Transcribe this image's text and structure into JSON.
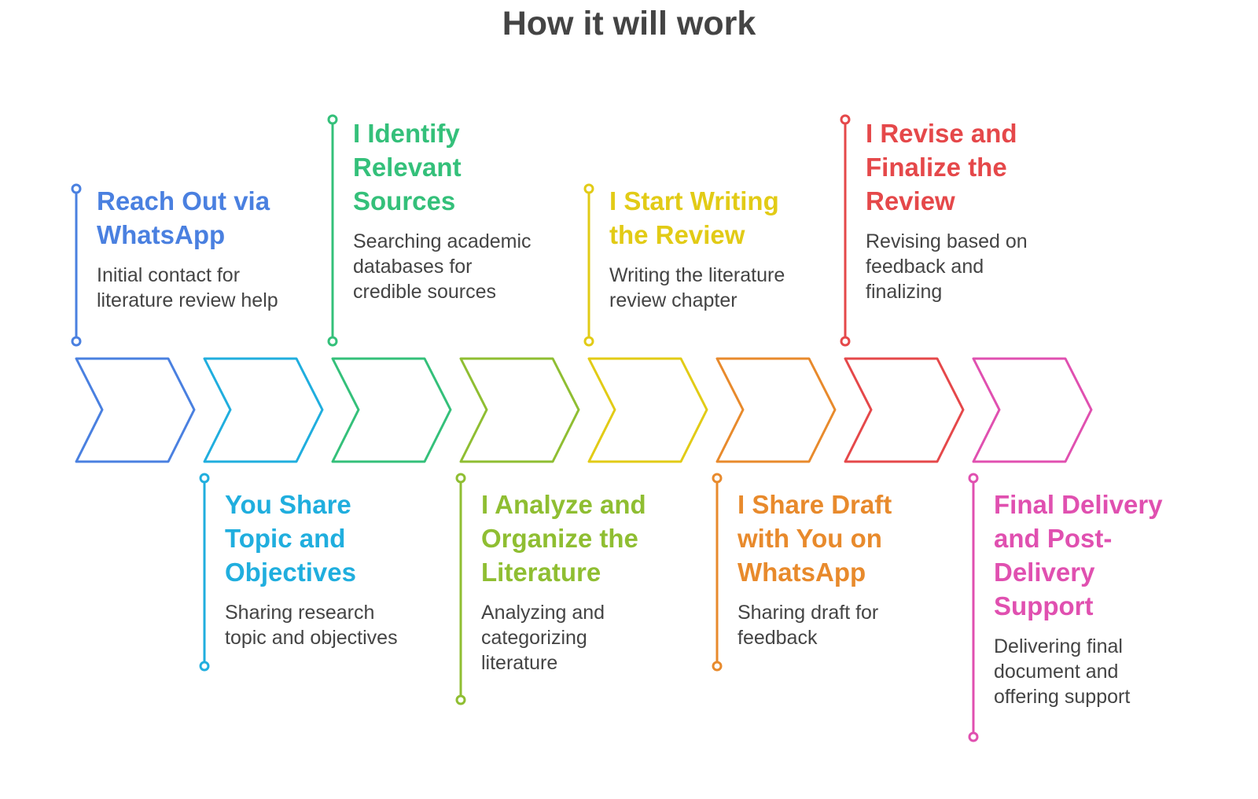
{
  "title": "How it will work",
  "steps": [
    {
      "title": "Reach Out via\nWhatsApp",
      "description": "Initial contact for\nliterature review help",
      "color": "#4a80e0",
      "position": "top"
    },
    {
      "title": "You Share\nTopic and\nObjectives",
      "description": "Sharing research\ntopic and objectives",
      "color": "#20aede",
      "position": "bottom"
    },
    {
      "title": "I Identify\nRelevant\nSources",
      "description": "Searching academic\ndatabases for\ncredible sources",
      "color": "#34c07a",
      "position": "top"
    },
    {
      "title": "I Analyze and\nOrganize the\nLiterature",
      "description": "Analyzing and\ncategorizing\nliterature",
      "color": "#8fbe32",
      "position": "bottom"
    },
    {
      "title": "I Start Writing\nthe Review",
      "description": "Writing the literature\nreview chapter",
      "color": "#e2cb16",
      "position": "top"
    },
    {
      "title": "I Share Draft\nwith You on\nWhatsApp",
      "description": "Sharing draft for\nfeedback",
      "color": "#e88a2c",
      "position": "bottom"
    },
    {
      "title": "I Revise and\nFinalize the\nReview",
      "description": "Revising based on\nfeedback and\nfinalizing",
      "color": "#e5484a",
      "position": "top"
    },
    {
      "title": "Final Delivery\nand Post-\nDelivery\nSupport",
      "description": "Delivering final\ndocument and\noffering support",
      "color": "#e050b0",
      "position": "bottom"
    }
  ]
}
